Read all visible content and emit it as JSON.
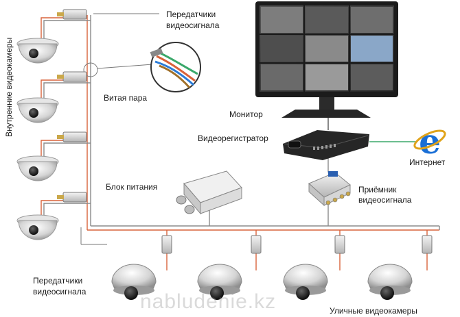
{
  "labels": {
    "transmitters_top_1": "Передатчики",
    "transmitters_top_2": "видеосигнала",
    "twisted_pair": "Витая пара",
    "monitor": "Монитор",
    "dvr": "Видеорегистратор",
    "internet": "Интернет",
    "power_supply": "Блок питания",
    "receiver_1": "Приёмник",
    "receiver_2": "видеосигнала",
    "transmitters_bottom_1": "Передатчики",
    "transmitters_bottom_2": "видеосигнала",
    "indoor_cameras": "Внутренние видеокамеры",
    "outdoor_cameras": "Уличные видеокамеры"
  },
  "watermark": "nabludenie.kz",
  "colors": {
    "cable_red": "#d9623a",
    "cable_gray": "#8a8a8a",
    "internet_line": "#3aa86a",
    "internet_blue": "#1a6fd6",
    "device_dark": "#2a2a2a"
  },
  "icons": {
    "internet": "internet-explorer-icon",
    "camera": "dome-camera-icon",
    "transmitter": "video-balun-icon"
  }
}
